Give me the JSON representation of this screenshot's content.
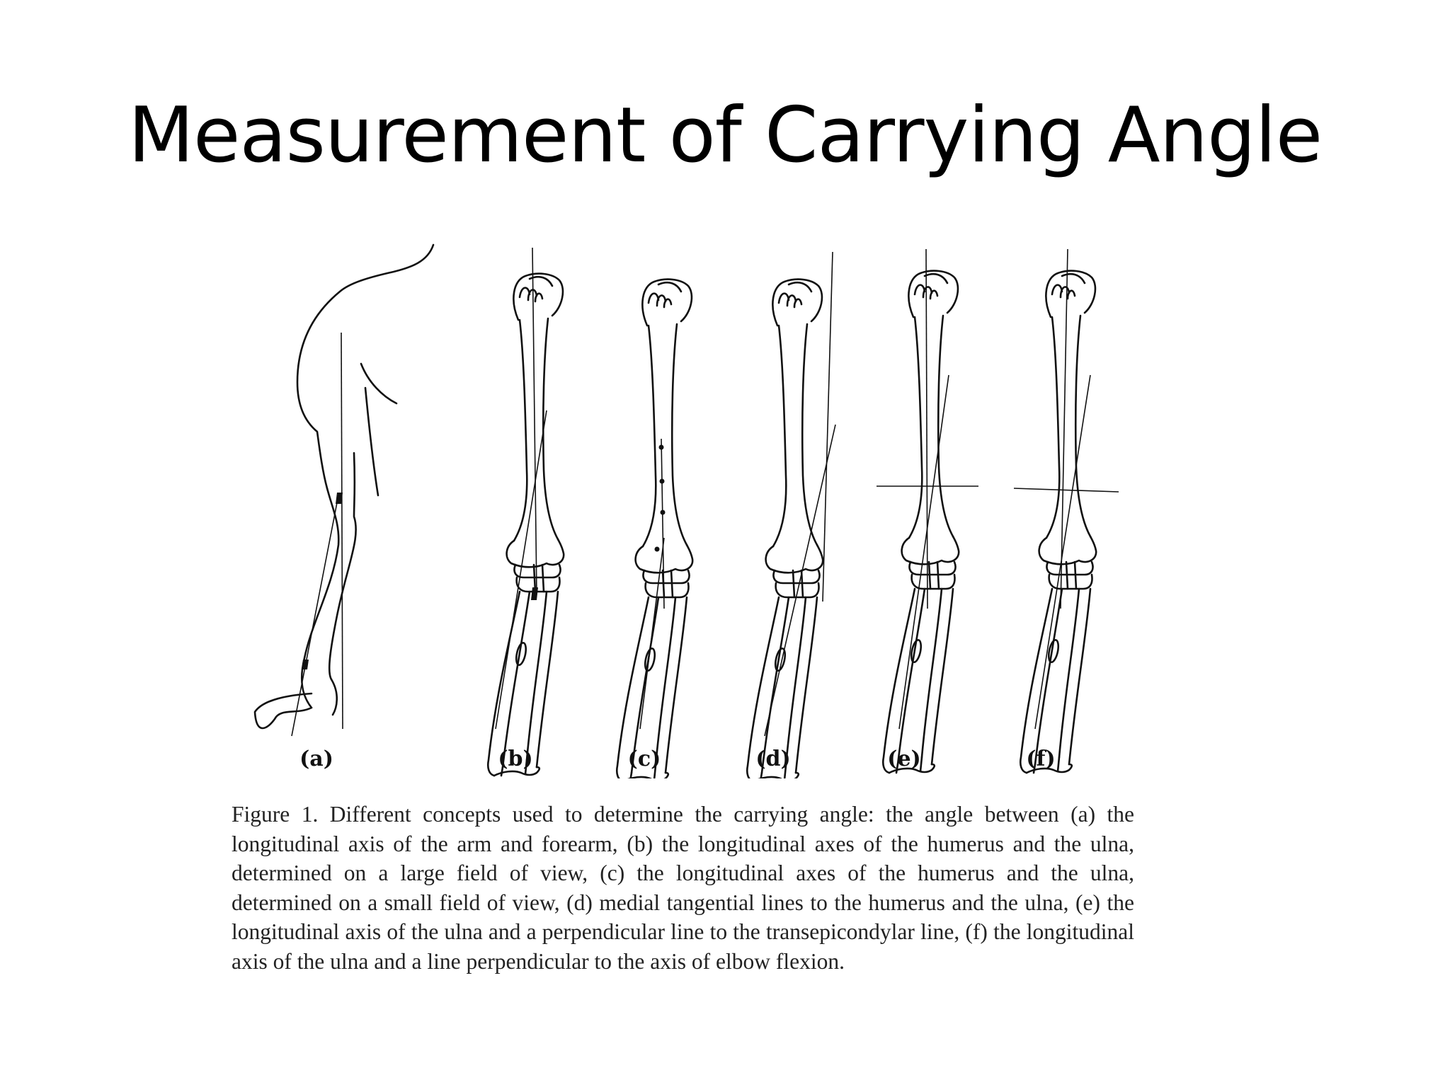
{
  "slide": {
    "title": "Measurement of Carrying Angle"
  },
  "figure": {
    "panels": [
      {
        "label": "(a)"
      },
      {
        "label": "(b)"
      },
      {
        "label": "(c)"
      },
      {
        "label": "(d)"
      },
      {
        "label": "(e)"
      },
      {
        "label": "(f)"
      }
    ],
    "caption": "Figure 1. Different concepts used to determine the carrying angle: the angle between (a) the longitudinal axis of the arm and forearm, (b) the longitudinal axes of the humerus and the ulna, determined on a large field of view, (c) the longitudinal axes of the humerus and the ulna, determined on a small field of view, (d) medial tangential lines to the humerus and the ulna, (e) the longitudinal axis of the ulna and a perpendicular line to the transepicondylar line, (f) the longitudinal axis of the ulna and a line perpendicular to the axis of elbow flexion."
  }
}
